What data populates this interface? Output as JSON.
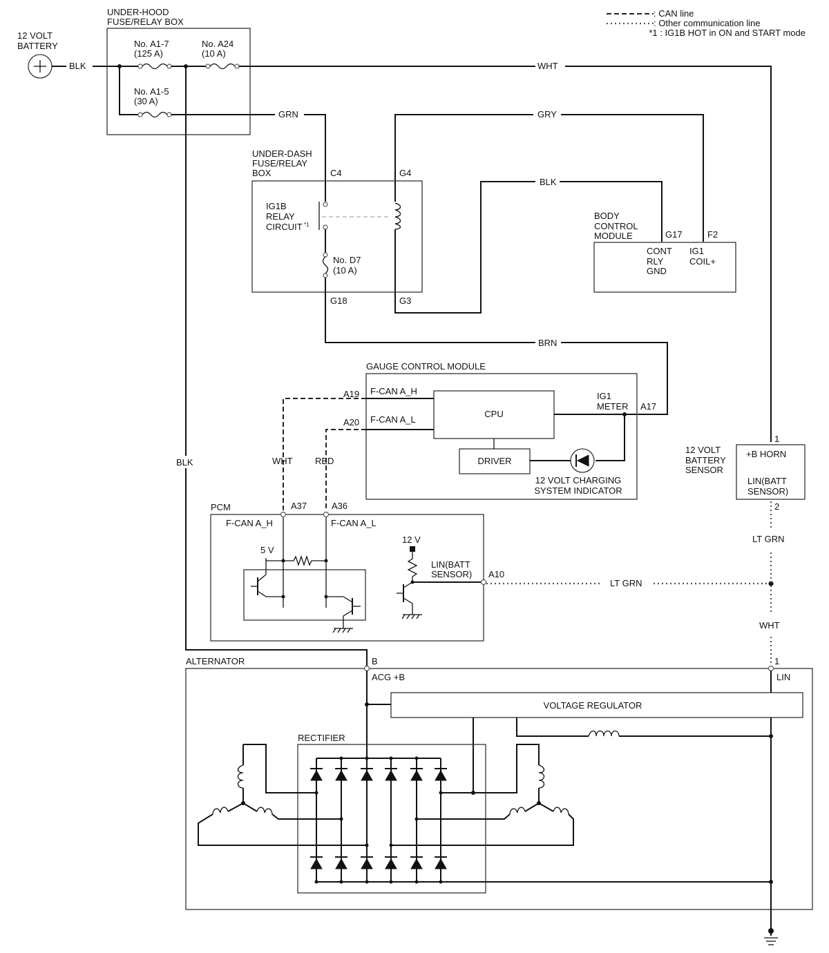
{
  "legend": {
    "can_line": ": CAN line",
    "other_line": ": Other communication line",
    "note": "*1 : IG1B HOT in ON and START mode"
  },
  "battery": {
    "label_1": "12 VOLT",
    "label_2": "BATTERY"
  },
  "underhood_box": {
    "label_1": "UNDER-HOOD",
    "label_2": "FUSE/RELAY BOX",
    "fuse_a17": {
      "name": "No. A1-7",
      "rating": "(125 A)"
    },
    "fuse_a24": {
      "name": "No. A24",
      "rating": "(10 A)"
    },
    "fuse_a15": {
      "name": "No. A1-5",
      "rating": "(30 A)"
    }
  },
  "wires": {
    "blk_battery": "BLK",
    "wht_top": "WHT",
    "grn": "GRN",
    "gry": "GRY",
    "blk_bcm": "BLK",
    "brn": "BRN",
    "blk_alt": "BLK",
    "wht_can": "WHT",
    "red_can": "RED",
    "lt_grn_sensor": "LT GRN",
    "lt_grn_pcm": "LT GRN",
    "wht_lin": "WHT"
  },
  "underdash_box": {
    "label_1": "UNDER-DASH",
    "label_2": "FUSE/RELAY",
    "label_3": "BOX",
    "pin_c4": "C4",
    "pin_g4": "G4",
    "pin_g18": "G18",
    "pin_g3": "G3",
    "relay_1": "IG1B",
    "relay_2": "RELAY",
    "relay_3": "CIRCUIT",
    "relay_note": "*1",
    "fuse_d7": {
      "name": "No. D7",
      "rating": "(10 A)"
    }
  },
  "bcm": {
    "label_1": "BODY",
    "label_2": "CONTROL",
    "label_3": "MODULE",
    "pin_g17": "G17",
    "pin_f2": "F2",
    "cont_1": "CONT",
    "cont_2": "RLY",
    "cont_3": "GND",
    "ig1_1": "IG1",
    "ig1_2": "COIL+"
  },
  "gauge": {
    "title": "GAUGE CONTROL MODULE",
    "pin_a19": "A19",
    "pin_a20": "A20",
    "pin_a17": "A17",
    "fcan_h": "F-CAN A_H",
    "fcan_l": "F-CAN A_L",
    "cpu": "CPU",
    "driver": "DRIVER",
    "ig1_1": "IG1",
    "ig1_2": "METER",
    "indicator_1": "12 VOLT CHARGING",
    "indicator_2": "SYSTEM INDICATOR"
  },
  "pcm": {
    "title": "PCM",
    "pin_a37": "A37",
    "pin_a36": "A36",
    "pin_a10": "A10",
    "fcan_h": "F-CAN A_H",
    "fcan_l": "F-CAN A_L",
    "v5": "5 V",
    "v12": "12 V",
    "lin_1": "LIN(BATT",
    "lin_2": "SENSOR)"
  },
  "sensor": {
    "label_1": "12 VOLT",
    "label_2": "BATTERY",
    "label_3": "SENSOR",
    "pin_1": "1",
    "pin_2": "2",
    "horn": "+B HORN",
    "lin_1": "LIN(BATT",
    "lin_2": "SENSOR)"
  },
  "alternator": {
    "title": "ALTERNATOR",
    "pin_b": "B",
    "pin_1": "1",
    "acg": "ACG +B",
    "lin": "LIN",
    "regulator": "VOLTAGE REGULATOR",
    "rectifier": "RECTIFIER"
  }
}
